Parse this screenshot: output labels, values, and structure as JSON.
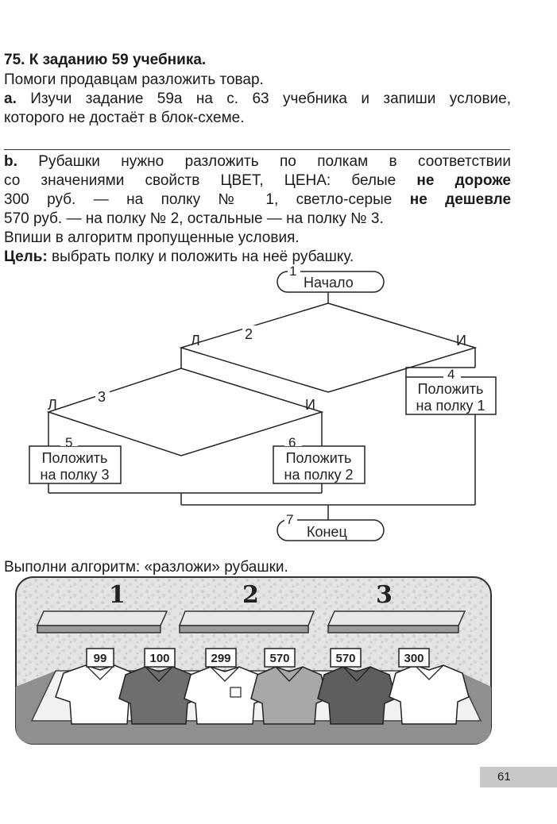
{
  "task": {
    "number_title": "75. К заданию 59 учебника.",
    "intro": "Помоги продавцам разложить товар.",
    "part_a_label": "a.",
    "part_a_line1": "Изучи задание 59а на с. 63 учебника и запиши условие,",
    "part_a_line2": "которого не достаёт в блок-схеме.",
    "part_b_label": "b.",
    "part_b_line1": "Рубашки нужно разложить по полкам в соответствии",
    "part_b_line2_a": "со значениями свойств ЦВЕТ, ЦЕНА: белые ",
    "part_b_line2_b": "не дороже",
    "part_b_line3_a": "300 руб. — на полку № 1, светло-серые ",
    "part_b_line3_b": "не дешевле",
    "part_b_line4": "570 руб. — на полку № 2, остальные — на полку № 3.",
    "part_b_line5": "Впиши в алгоритм пропущенные условия.",
    "goal_label": "Цель:",
    "goal_text": " выбрать полку и положить на неё рубашку.",
    "perform": "Выполни алгоритм: «разложи» рубашки."
  },
  "flowchart": {
    "start_num": "1",
    "start_label": "Начало",
    "d2_num": "2",
    "d2_false": "Л",
    "d2_true": "И",
    "d3_num": "3",
    "d3_false": "Л",
    "d3_true": "И",
    "b4_num": "4",
    "b4_line1": "Положить",
    "b4_line2": "на полку 1",
    "b5_num": "5",
    "b5_line1": "Положить",
    "b5_line2": "на полку 3",
    "b6_num": "6",
    "b6_line1": "Положить",
    "b6_line2": "на полку 2",
    "end_num": "7",
    "end_label": "Конец"
  },
  "illustration": {
    "shelf_numbers": [
      "1",
      "2",
      "3"
    ],
    "shirts": [
      {
        "price": "99",
        "color": "white"
      },
      {
        "price": "100",
        "color": "dark-gray"
      },
      {
        "price": "299",
        "color": "white"
      },
      {
        "price": "570",
        "color": "light-gray"
      },
      {
        "price": "570",
        "color": "dark-gray"
      },
      {
        "price": "300",
        "color": "white"
      }
    ]
  },
  "page_number": "61"
}
